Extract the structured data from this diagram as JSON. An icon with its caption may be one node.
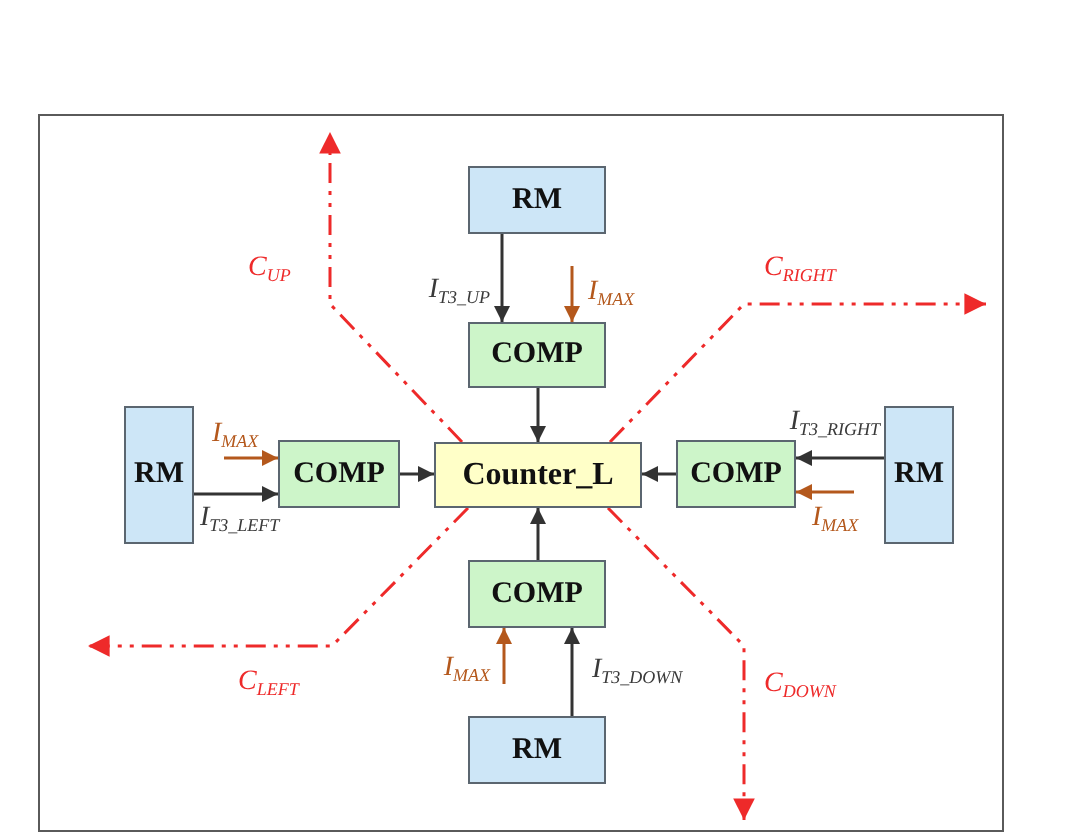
{
  "diagram": {
    "nodes": [
      {
        "text": [
          "RM"
        ]
      },
      {
        "text": [
          "COMP"
        ]
      },
      {
        "text": [
          "RM"
        ]
      },
      {
        "text": [
          "COMP"
        ]
      },
      {
        "text": [
          "Counter_L"
        ]
      },
      {
        "text": [
          "COMP"
        ]
      },
      {
        "text": [
          "RM"
        ]
      },
      {
        "text": [
          "COMP"
        ]
      },
      {
        "text": [
          "RM"
        ]
      }
    ],
    "edges": [
      {
        "from": 0,
        "to": 1,
        "arrow": "to",
        "label": "I$_{T3_UP}$"
      },
      {
        "from": null,
        "to": 1,
        "arrow": "to",
        "label": "I$_{MAX}$",
        "color": "#b4581c"
      },
      {
        "from": 1,
        "to": 4,
        "arrow": "to"
      },
      {
        "from": null,
        "to": 3,
        "arrow": "to",
        "label": "I$_{MAX}$",
        "color": "#b4581c"
      },
      {
        "from": 2,
        "to": 3,
        "arrow": "to",
        "label": "I$_{T3_LEFT}$"
      },
      {
        "from": 3,
        "to": 4,
        "arrow": "to"
      },
      {
        "from": 6,
        "to": 5,
        "arrow": "to",
        "label": "I$_{T3_RIGHT}$"
      },
      {
        "from": null,
        "to": 5,
        "arrow": "to",
        "label": "I$_{MAX}$",
        "color": "#b4581c"
      },
      {
        "from": 5,
        "to": 4,
        "arrow": "to"
      },
      {
        "from": 7,
        "to": 4,
        "arrow": "to"
      },
      {
        "from": 8,
        "to": 7,
        "arrow": "to",
        "label": "I$_{T3_DOWN}$"
      },
      {
        "from": null,
        "to": 7,
        "arrow": "to",
        "label": "I$_{MAX}$",
        "color": "#b4581c"
      },
      {
        "from": 4,
        "to": null,
        "arrow": "to",
        "label": "C$_{UP}$",
        "style": "dashed",
        "color": "#ee2a2a"
      },
      {
        "from": 4,
        "to": null,
        "arrow": "to",
        "label": "C$_{RIGHT}$",
        "style": "dashed",
        "color": "#ee2a2a"
      },
      {
        "from": 4,
        "to": null,
        "arrow": "to",
        "label": "C$_{LEFT}$",
        "style": "dashed",
        "color": "#ee2a2a"
      },
      {
        "from": 4,
        "to": null,
        "arrow": "to",
        "label": "C$_{DOWN}$",
        "style": "dashed",
        "color": "#ee2a2a"
      }
    ]
  }
}
